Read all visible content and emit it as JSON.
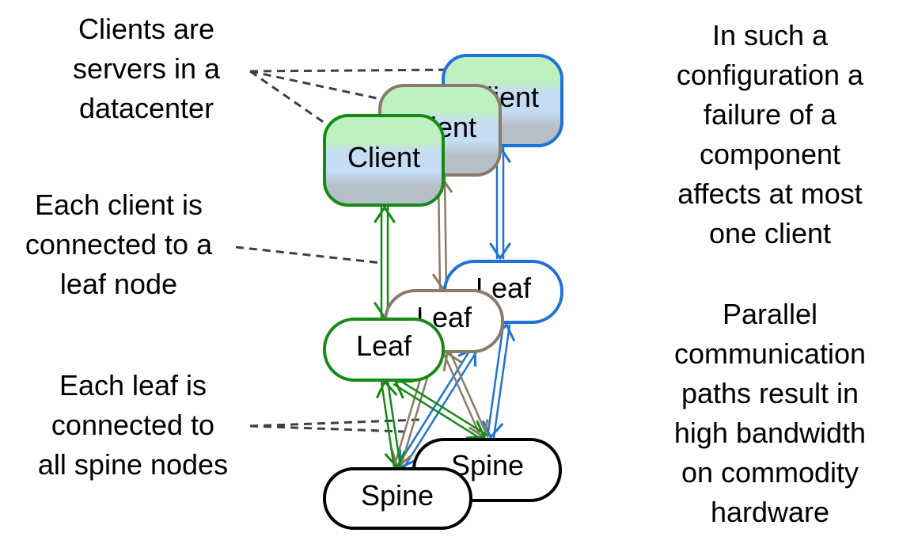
{
  "annotations": {
    "clients": [
      "Clients are",
      "servers in a",
      "datacenter"
    ],
    "client_leaf": [
      "Each client is",
      "connected to a",
      "leaf node"
    ],
    "leaf_spine": [
      "Each leaf is",
      "connected to",
      "all spine nodes"
    ],
    "failure": [
      "In such a",
      "configuration a",
      "failure of a",
      "component",
      "affects at most",
      "one client"
    ],
    "parallel": [
      "Parallel",
      "communication",
      "paths result in",
      "high bandwidth",
      "on commodity",
      "hardware"
    ]
  },
  "nodes": {
    "client": "Client",
    "leaf": "Leaf",
    "spine": "Spine"
  },
  "colors": {
    "blue": "#1e73d8",
    "brown": "#8a7a68",
    "green": "#168a16",
    "black": "#000000",
    "dashed": "#3a3f48",
    "client_top": "#bff0c0",
    "client_mid": "#c4ddf5",
    "client_bottom": "#b6bec8"
  }
}
